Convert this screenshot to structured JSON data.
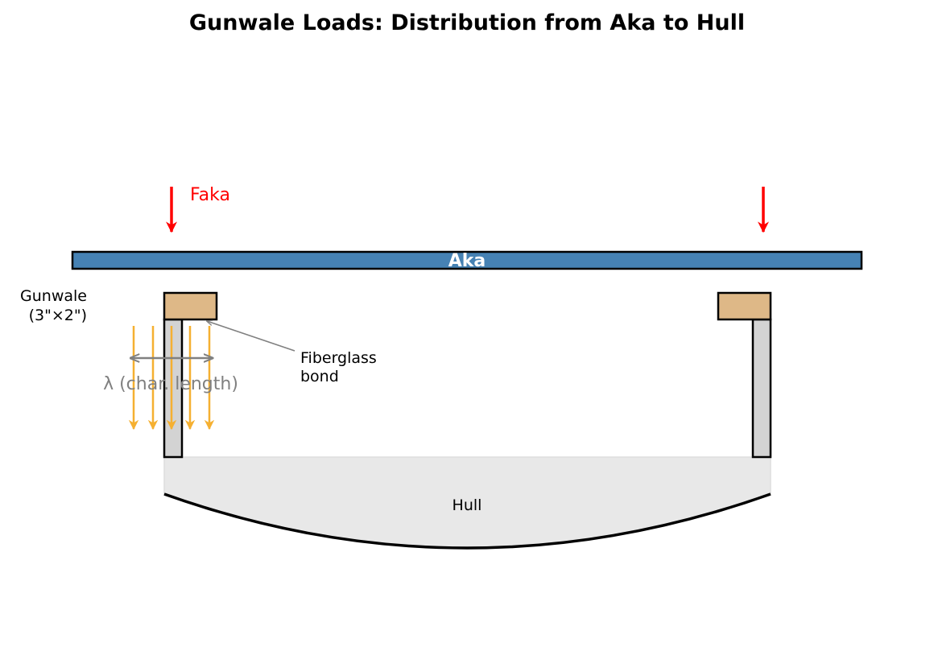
{
  "title": "Gunwale Loads: Distribution from Aka to Hull",
  "aka": {
    "label": "Aka",
    "color": "#4682b4"
  },
  "force": {
    "label": "Faka",
    "color": "#ff0000"
  },
  "gunwale": {
    "label_line1": "Gunwale",
    "label_line2": "(3\"×2\")",
    "color": "#deb887"
  },
  "hull_wall_color": "#d3d3d3",
  "fiberglass": {
    "label_line1": "Fiberglass",
    "label_line2": "bond"
  },
  "lambda": {
    "label": "λ (char. length)",
    "color": "#808080"
  },
  "load_arrows_color": "#f5b031",
  "hull": {
    "label": "Hull",
    "fill": "#e8e8e8"
  }
}
